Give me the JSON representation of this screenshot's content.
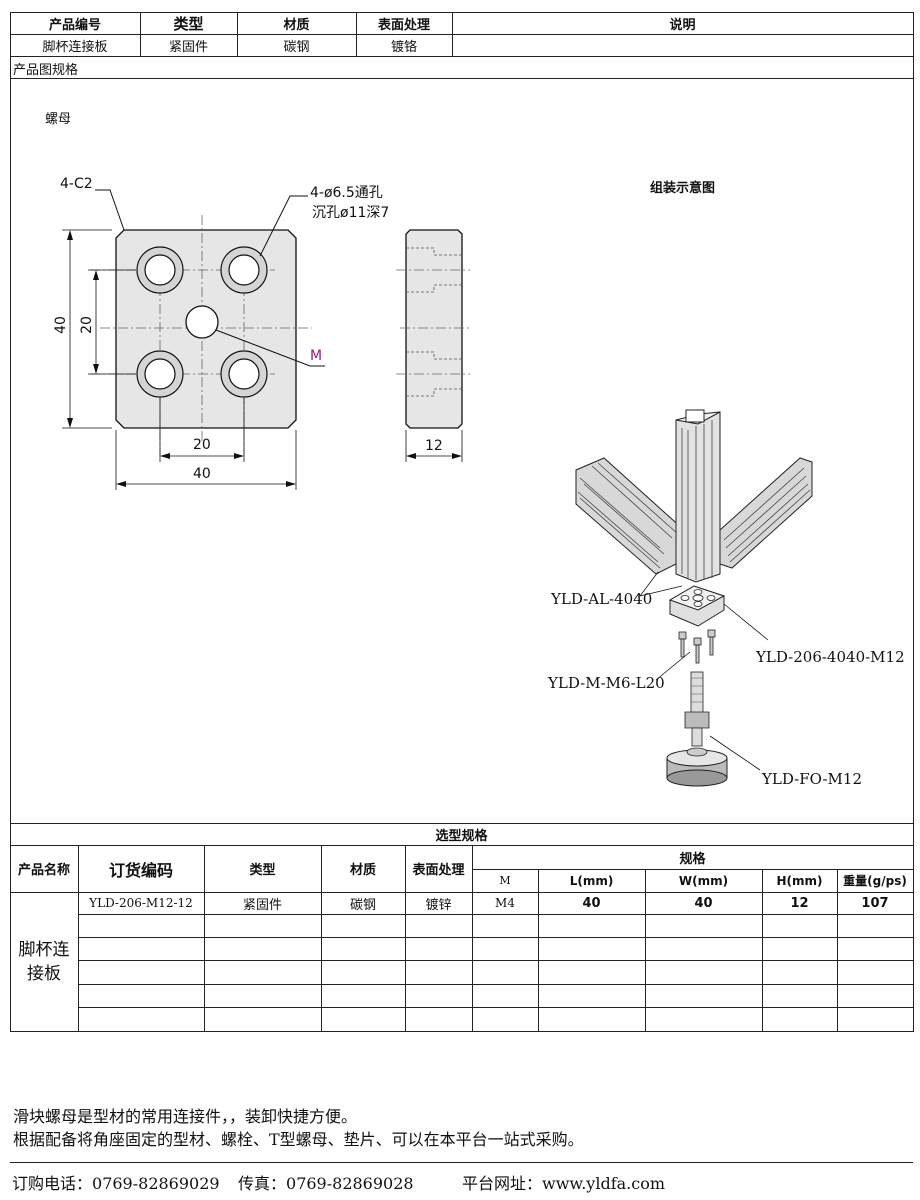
{
  "header": {
    "columns": [
      "产品编号",
      "类型",
      "材质",
      "表面处理",
      "说明"
    ],
    "values": [
      "脚杯连接板",
      "紧固件",
      "碳钢",
      "镀铬",
      ""
    ]
  },
  "drawing_section": {
    "title": "产品图规格",
    "part_label": "螺母",
    "chamfer_label": "4-C2",
    "hole_label_1": "4-ø6.5通孔",
    "hole_label_2": "沉孔ø11深7",
    "thread_label": "M",
    "dim_40_v": "40",
    "dim_20_v": "20",
    "dim_20_h": "20",
    "dim_40_h": "40",
    "dim_12": "12",
    "assembly_title": "组装示意图",
    "assembly_labels": {
      "profile": "YLD-AL-4040",
      "plate": "YLD-206-4040-M12",
      "screw": "YLD-M-M6-L20",
      "foot": "YLD-FO-M12"
    }
  },
  "selection": {
    "title": "选型规格",
    "headers": {
      "name": "产品名称",
      "code": "订货编码",
      "type": "类型",
      "material": "材质",
      "surface": "表面处理",
      "spec": "规格"
    },
    "spec_headers": [
      "M",
      "L(mm)",
      "W(mm)",
      "H(mm)",
      "重量(g/ps)"
    ],
    "product_name_1": "脚杯连",
    "product_name_2": "接板",
    "rows": [
      [
        "YLD-206-M12-12",
        "紧固件",
        "碳钢",
        "镀锌",
        "M4",
        "40",
        "40",
        "12",
        "107"
      ]
    ]
  },
  "notes": {
    "line1": "滑块螺母是型材的常用连接件，，装卸快捷方便。",
    "line2": "根据配备将角座固定的型材、螺栓、T型螺母、垫片、可以在本平台一站式采购。"
  },
  "footer": {
    "phone_label": "订购电话：",
    "phone": "0769-82869029",
    "fax_label": "传真：",
    "fax": "0769-82869028",
    "site_label": "平台网址：",
    "site": "www.yldfa.com"
  }
}
